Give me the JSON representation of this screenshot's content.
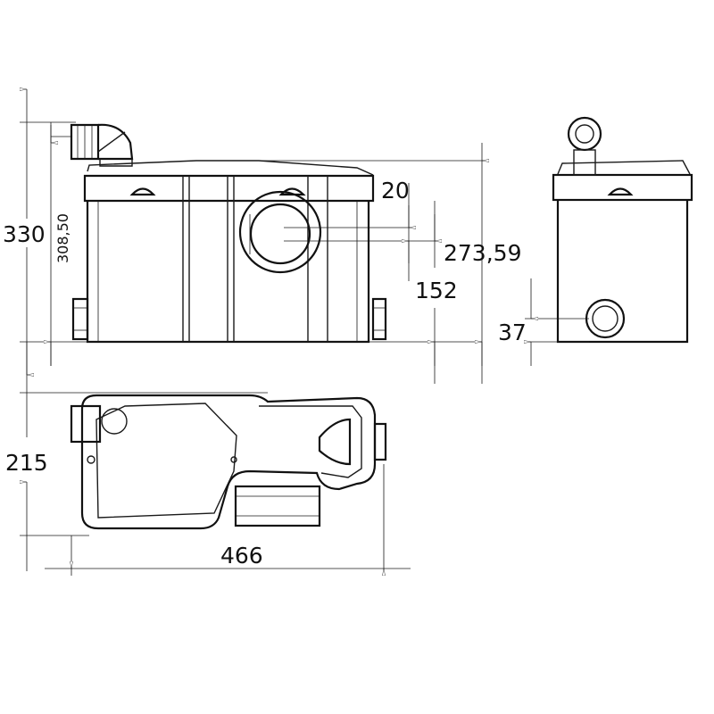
{
  "drawing": {
    "dimensions": {
      "overall_height": "330",
      "inlet_height": "308,50",
      "outlet_offset": "20",
      "outlet_center_height": "273,59",
      "outlet_axis_height": "152",
      "side_outlet_height": "37",
      "depth": "215",
      "width": "466"
    },
    "line_color": "#1a1a1a",
    "background": "#ffffff"
  }
}
